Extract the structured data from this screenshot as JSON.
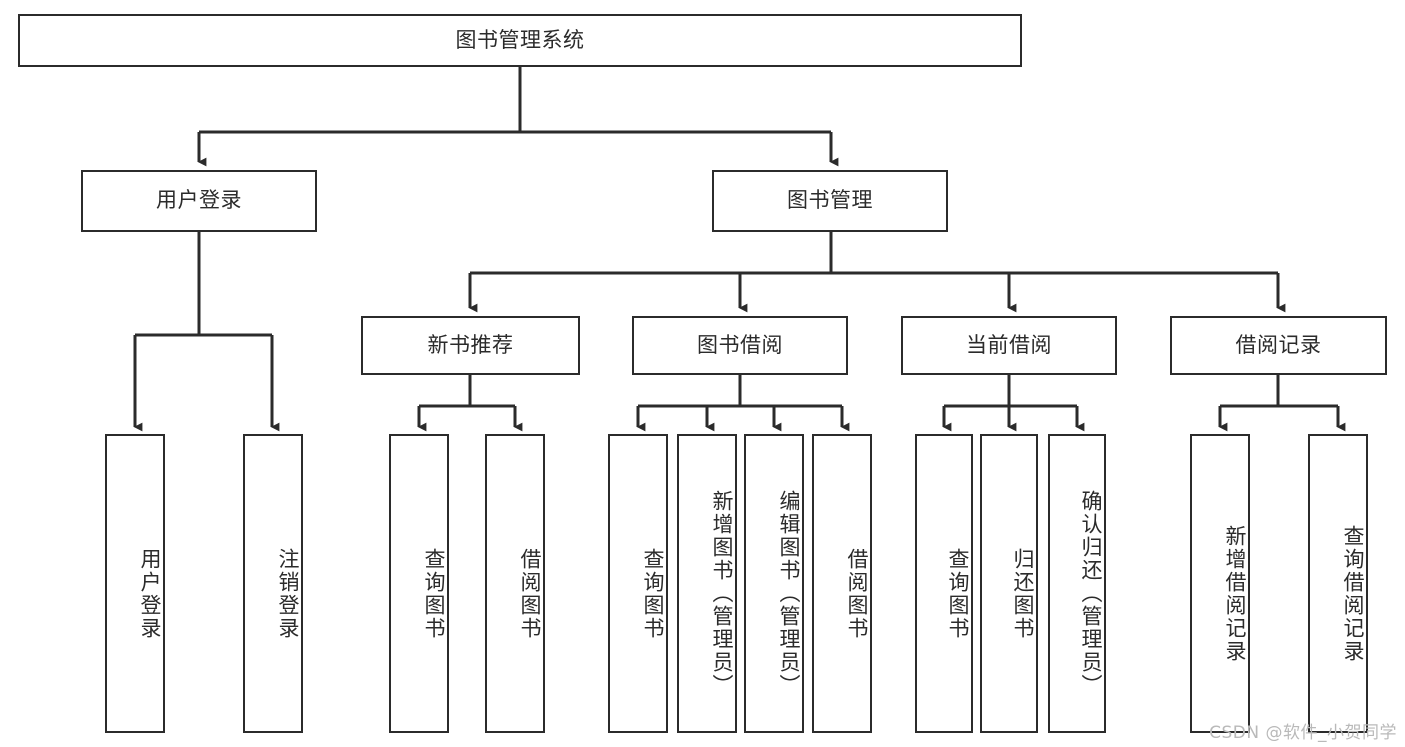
{
  "diagram": {
    "title": "图书管理系统",
    "type": "tree-hierarchy",
    "stroke_color": "#2b2b2b",
    "background_color": "#ffffff",
    "watermark": "CSDN @软件_小贺同学",
    "root": {
      "label": "图书管理系统"
    },
    "level2": [
      {
        "label": "用户登录"
      },
      {
        "label": "图书管理"
      }
    ],
    "level3": [
      {
        "label": "新书推荐"
      },
      {
        "label": "图书借阅"
      },
      {
        "label": "当前借阅"
      },
      {
        "label": "借阅记录"
      }
    ],
    "leaves": {
      "user_login": [
        {
          "label": "用户登录"
        },
        {
          "label": "注销登录"
        }
      ],
      "new_book_recommend": [
        {
          "label": "查询图书"
        },
        {
          "label": "借阅图书"
        }
      ],
      "book_borrow": [
        {
          "label": "查询图书"
        },
        {
          "label": "新增图书（管理员）"
        },
        {
          "label": "编辑图书（管理员）"
        },
        {
          "label": "借阅图书"
        }
      ],
      "current_borrow": [
        {
          "label": "查询图书"
        },
        {
          "label": "归还图书"
        },
        {
          "label": "确认归还（管理员）"
        }
      ],
      "borrow_record": [
        {
          "label": "新增借阅记录"
        },
        {
          "label": "查询借阅记录"
        }
      ]
    }
  }
}
